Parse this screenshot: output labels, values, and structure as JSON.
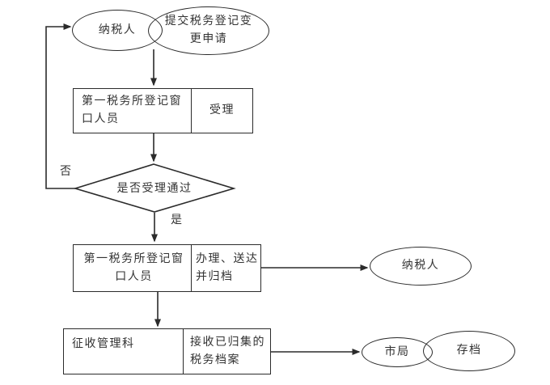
{
  "page": {
    "background": "#ffffff",
    "line_color": "#2b2b2b",
    "text_color": "#333333"
  },
  "nodes": {
    "taxpayer_start": {
      "label": "纳税人"
    },
    "submit_request": {
      "label": "提交税务登记变更申请"
    },
    "accept_step": {
      "role": "第一税务所登记窗口人员",
      "action": "受理"
    },
    "decision": {
      "label": "是否受理通过",
      "no_label": "否",
      "yes_label": "是"
    },
    "process_step": {
      "role": "第一税务所登记窗口人员",
      "action": "办理、送达并归档"
    },
    "taxpayer_result": {
      "label": "纳税人"
    },
    "archive_step": {
      "role": "征收管理科",
      "action": "接收已归集的税务档案"
    },
    "city_bureau": {
      "label": "市局"
    },
    "archive": {
      "label": "存档"
    }
  }
}
